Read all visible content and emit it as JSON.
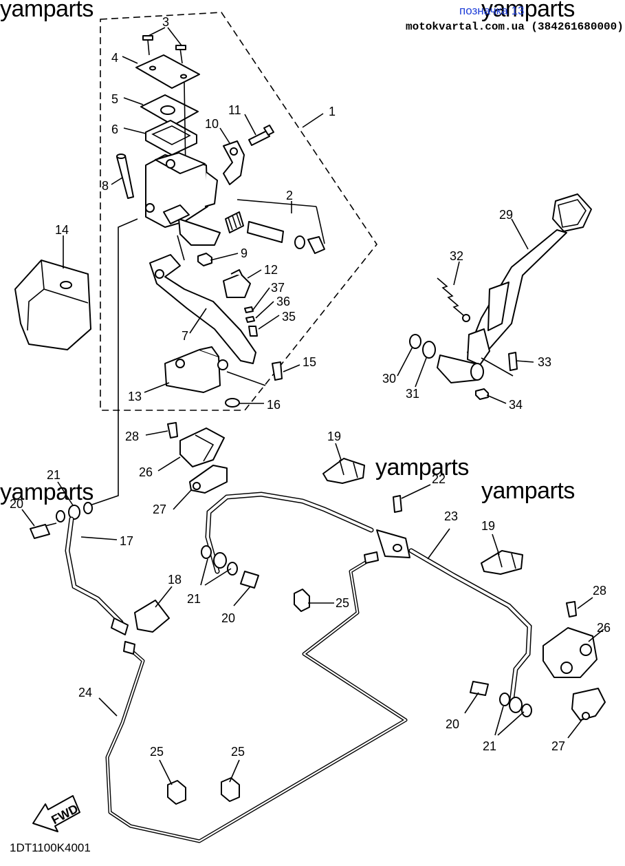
{
  "watermarks": [
    "yamparts",
    "yamparts",
    "yamparts",
    "yamparts",
    "yamparts"
  ],
  "header": {
    "link_text": "позначка 13",
    "site_text": "motokvartal.com.ua (384261680000)"
  },
  "diagram_code": "1DT1100K4001",
  "fwd_label": "FWD",
  "callouts": [
    "1",
    "2",
    "3",
    "4",
    "5",
    "6",
    "7",
    "8",
    "9",
    "10",
    "11",
    "12",
    "13",
    "14",
    "15",
    "16",
    "17",
    "18",
    "19",
    "19",
    "20",
    "20",
    "20",
    "21",
    "21",
    "21",
    "22",
    "23",
    "24",
    "25",
    "25",
    "25",
    "26",
    "26",
    "27",
    "27",
    "28",
    "28",
    "29",
    "30",
    "31",
    "32",
    "33",
    "34",
    "35",
    "36",
    "37"
  ]
}
